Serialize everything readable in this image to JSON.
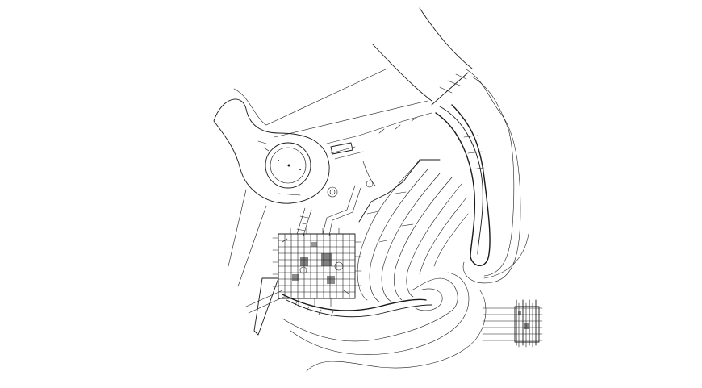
{
  "drawing": {
    "type": "cad-site-plan",
    "line_color": "#1a1a1a",
    "background": "#ffffff"
  },
  "elements": {
    "main_plan": "site-plan",
    "detail": "detail-grid-inset"
  }
}
